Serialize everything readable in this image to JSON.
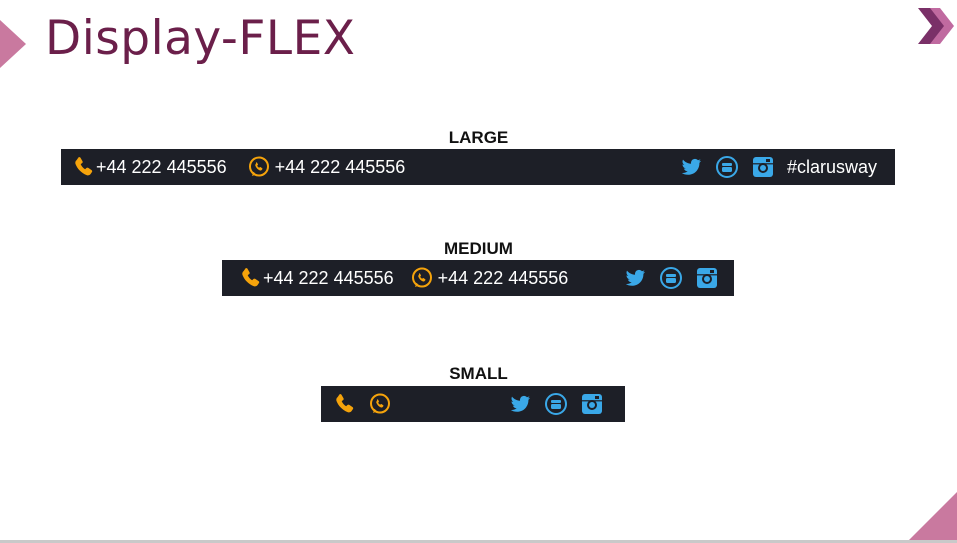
{
  "slide": {
    "title": "Display-FLEX",
    "accent_color": "#6b1f4a",
    "decor_color": "#c9799f"
  },
  "sections": {
    "large": {
      "label": "LARGE",
      "phone": "+44 222 445556",
      "whatsapp": "+44 222 445556",
      "hashtag": "#clarusway"
    },
    "medium": {
      "label": "MEDIUM",
      "phone": "+44 222 445556",
      "whatsapp": "+44 222 445556"
    },
    "small": {
      "label": "SMALL"
    }
  },
  "icons": {
    "phone": "phone-icon",
    "whatsapp": "whatsapp-icon",
    "twitter": "twitter-icon",
    "youtube": "youtube-icon",
    "instagram": "instagram-icon",
    "contact_color": "#f5a30b",
    "social_color": "#3aa8e8"
  },
  "bar_color": "#1d1f27"
}
